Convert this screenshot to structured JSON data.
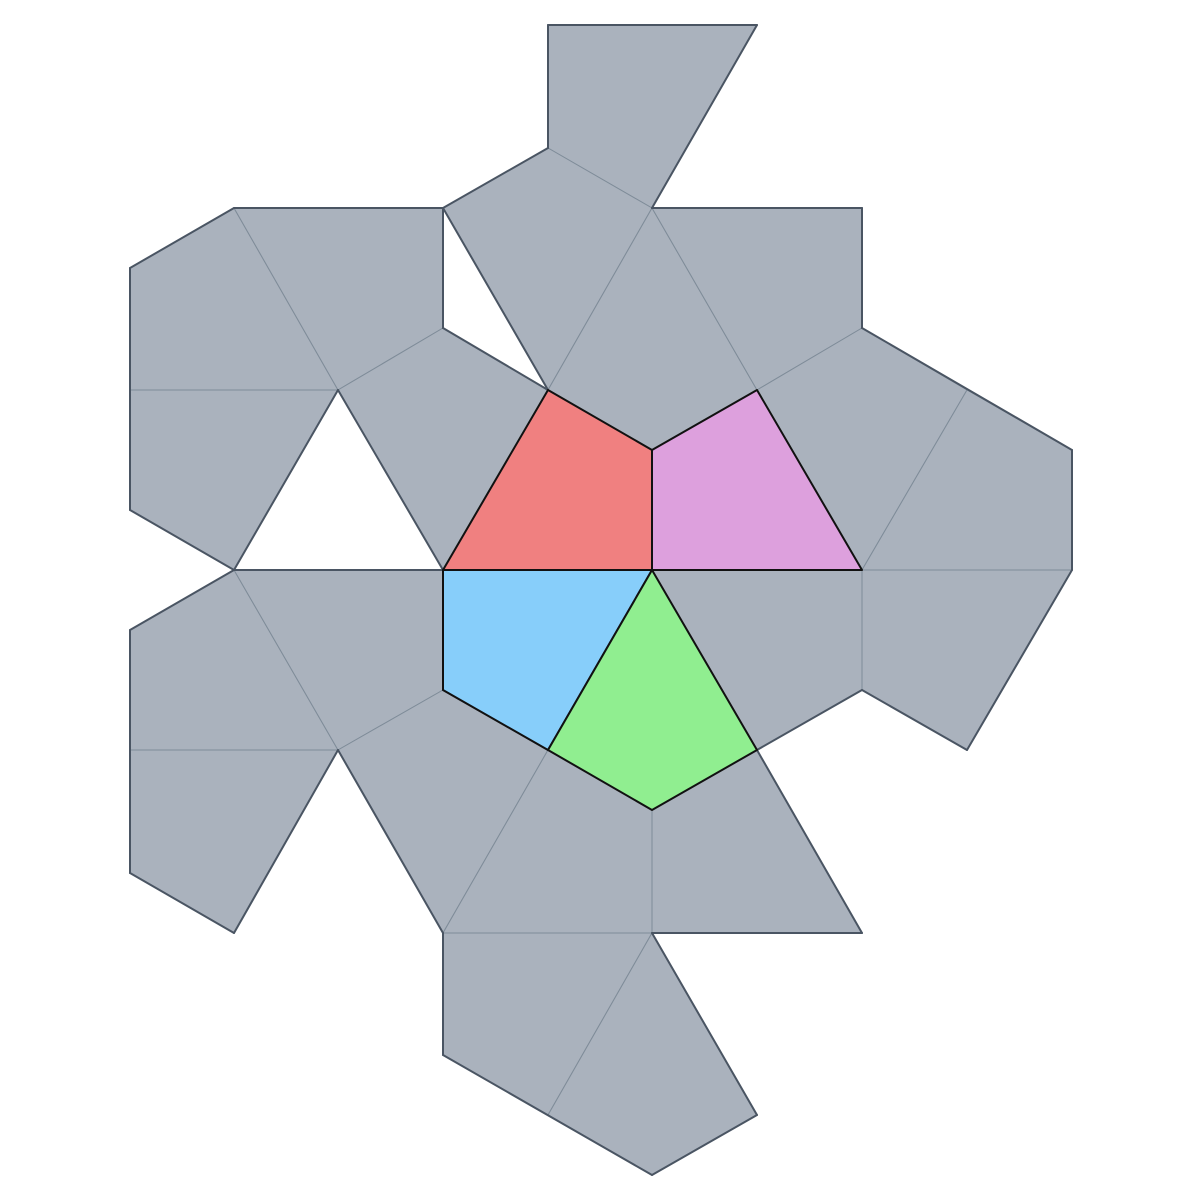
{
  "colors": {
    "background": "#ffffff",
    "face_fill": "#aab2bd",
    "fold_line": "#7f8c99",
    "outline": "#4a5563",
    "highlight_stroke": "#111111",
    "red": "#f08080",
    "violet": "#dda0dd",
    "blue": "#87cefa",
    "green": "#90ee90"
  },
  "highlights": [
    {
      "id": "red-face",
      "color_key": "red"
    },
    {
      "id": "violet-face",
      "color_key": "violet"
    },
    {
      "id": "blue-face",
      "color_key": "blue"
    },
    {
      "id": "green-face",
      "color_key": "green"
    }
  ]
}
